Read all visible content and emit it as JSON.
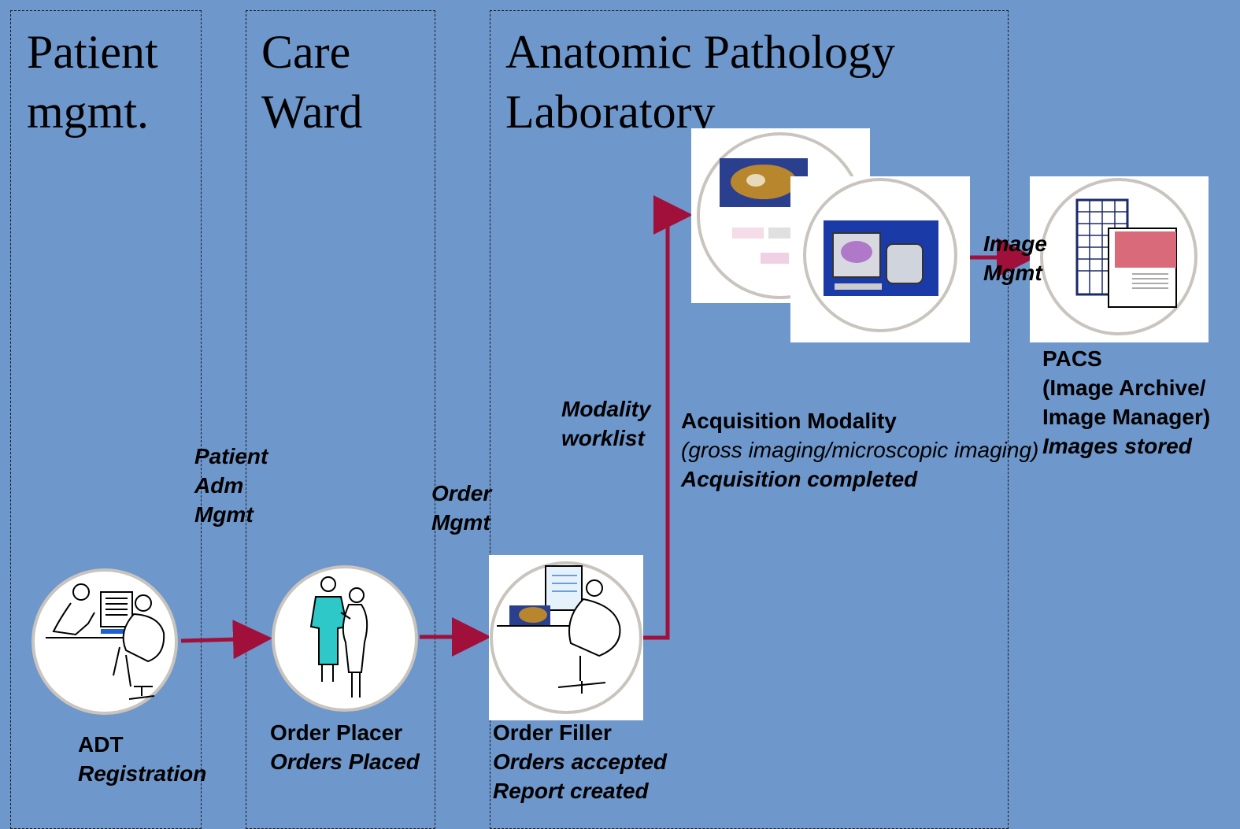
{
  "regions": [
    {
      "title_line1": "Patient",
      "title_line2": "mgmt."
    },
    {
      "title_line1": "Care",
      "title_line2": "Ward"
    },
    {
      "title_line1": "Anatomic Pathology",
      "title_line2": "Laboratory"
    }
  ],
  "transactions": {
    "patient_adm": [
      "Patient",
      "Adm",
      "Mgmt"
    ],
    "order_mgmt": [
      "Order",
      "Mgmt"
    ],
    "modality_worklist": [
      "Modality",
      "worklist"
    ],
    "image_mgmt": [
      "Image",
      "Mgmt"
    ]
  },
  "actors": {
    "adt": {
      "name": "ADT",
      "detail": "Registration"
    },
    "order_placer": {
      "name": "Order Placer",
      "detail": "Orders Placed"
    },
    "order_filler": {
      "name": "Order Filler",
      "detail1": "Orders accepted",
      "detail2": "Report created"
    },
    "acquisition": {
      "name": "Acquisition Modality",
      "detail1": "(gross imaging/microscopic imaging)",
      "detail2": "Acquisition completed"
    },
    "pacs": {
      "name": "PACS",
      "detail1": "(Image Archive/",
      "detail2": "Image Manager)",
      "detail3": "Images stored"
    }
  },
  "colors": {
    "background": "#6e97cc",
    "arrow": "#a0103a",
    "nurse": "#2fc8c8"
  },
  "icons": [
    "adt-workstation-icon",
    "doctor-patient-icon",
    "pathologist-workstation-icon",
    "gross-specimen-icon",
    "slide-scanner-icon",
    "pacs-archive-icon"
  ]
}
